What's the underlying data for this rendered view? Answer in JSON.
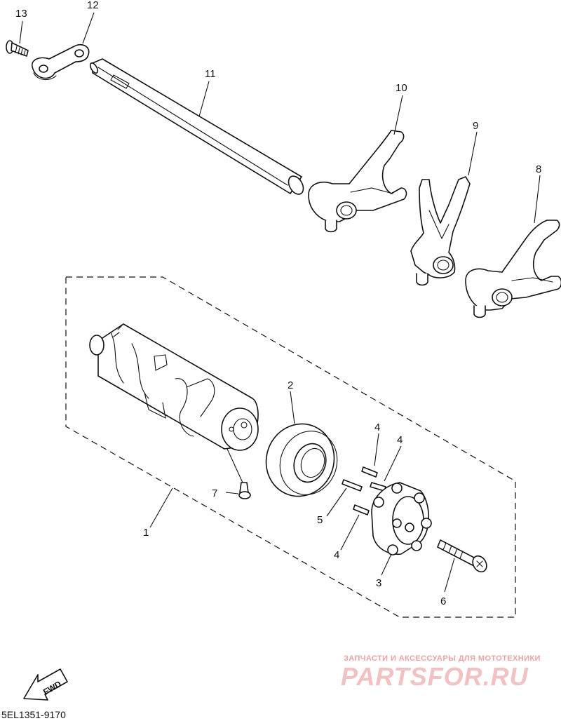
{
  "callouts": [
    {
      "id": "13",
      "text": "13"
    },
    {
      "id": "12",
      "text": "12"
    },
    {
      "id": "11",
      "text": "11"
    },
    {
      "id": "10",
      "text": "10"
    },
    {
      "id": "9",
      "text": "9"
    },
    {
      "id": "8",
      "text": "8"
    },
    {
      "id": "2",
      "text": "2"
    },
    {
      "id": "4a",
      "text": "4"
    },
    {
      "id": "4b",
      "text": "4"
    },
    {
      "id": "7",
      "text": "7"
    },
    {
      "id": "5",
      "text": "5"
    },
    {
      "id": "1",
      "text": "1"
    },
    {
      "id": "4c",
      "text": "4"
    },
    {
      "id": "3",
      "text": "3"
    },
    {
      "id": "6",
      "text": "6"
    }
  ],
  "fwd_label": "FWD",
  "watermark": {
    "tagline": "ЗАПЧАСТИ И АКСЕССУАРЫ ДЛЯ МОТОТЕХНИКИ",
    "brand": "PARTSFOR.RU"
  },
  "diagram_code": "5EL1351-9170"
}
